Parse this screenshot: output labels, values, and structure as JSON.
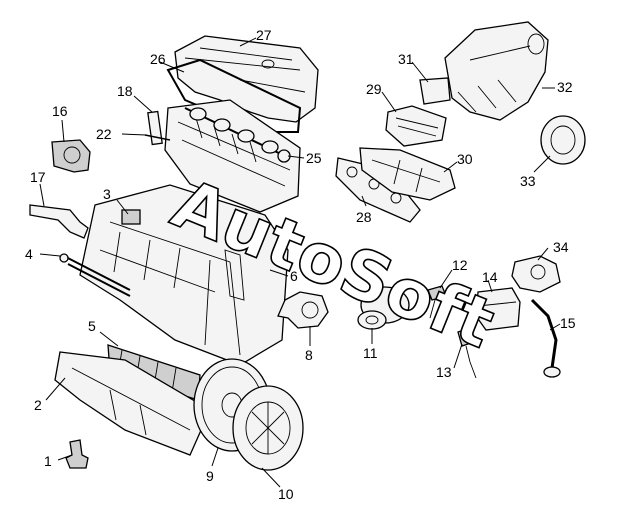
{
  "watermark": {
    "text": "AutoSoft"
  },
  "callouts": [
    {
      "id": "c1",
      "label": "1"
    },
    {
      "id": "c2",
      "label": "2"
    },
    {
      "id": "c3",
      "label": "3"
    },
    {
      "id": "c4",
      "label": "4"
    },
    {
      "id": "c5",
      "label": "5"
    },
    {
      "id": "c6",
      "label": "6"
    },
    {
      "id": "c8",
      "label": "8"
    },
    {
      "id": "c9",
      "label": "9"
    },
    {
      "id": "c10",
      "label": "10"
    },
    {
      "id": "c11",
      "label": "11"
    },
    {
      "id": "c12",
      "label": "12"
    },
    {
      "id": "c13",
      "label": "13"
    },
    {
      "id": "c14",
      "label": "14"
    },
    {
      "id": "c15",
      "label": "15"
    },
    {
      "id": "c16",
      "label": "16"
    },
    {
      "id": "c17",
      "label": "17"
    },
    {
      "id": "c18",
      "label": "18"
    },
    {
      "id": "c22",
      "label": "22"
    },
    {
      "id": "c25",
      "label": "25"
    },
    {
      "id": "c26",
      "label": "26"
    },
    {
      "id": "c27",
      "label": "27"
    },
    {
      "id": "c28",
      "label": "28"
    },
    {
      "id": "c29",
      "label": "29"
    },
    {
      "id": "c30",
      "label": "30"
    },
    {
      "id": "c31",
      "label": "31"
    },
    {
      "id": "c32",
      "label": "32"
    },
    {
      "id": "c33",
      "label": "33"
    },
    {
      "id": "c34",
      "label": "34"
    }
  ]
}
